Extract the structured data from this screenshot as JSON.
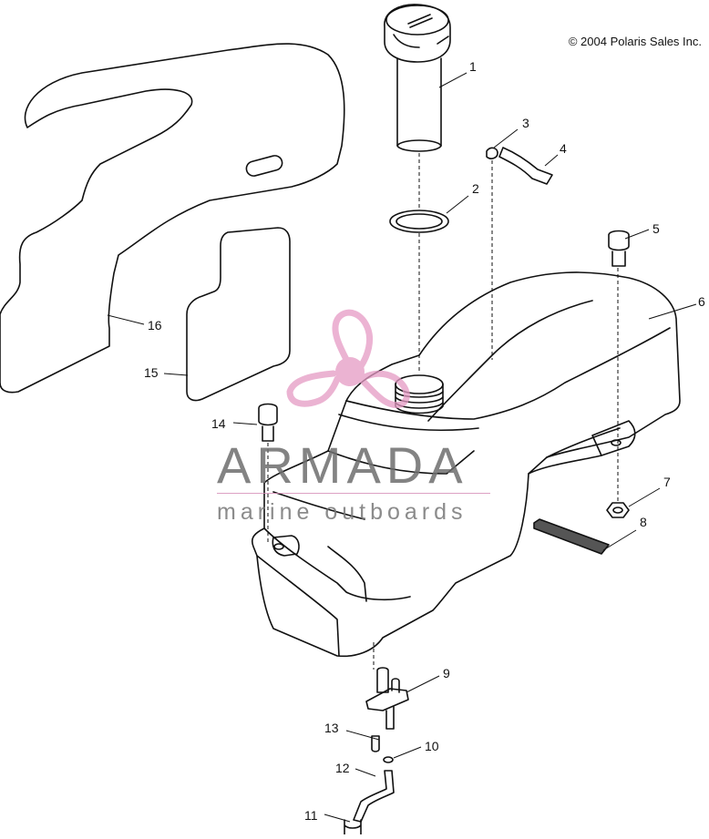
{
  "copyright": "© 2004 Polaris Sales Inc.",
  "watermark": {
    "brand": "ARMADA",
    "tagline": "marine outboards",
    "colors": {
      "propeller": "#e59ac4",
      "text": "#6e6e6e"
    }
  },
  "callouts": [
    {
      "id": "1",
      "label": "1"
    },
    {
      "id": "2",
      "label": "2"
    },
    {
      "id": "3",
      "label": "3"
    },
    {
      "id": "4",
      "label": "4"
    },
    {
      "id": "5",
      "label": "5"
    },
    {
      "id": "6",
      "label": "6"
    },
    {
      "id": "7",
      "label": "7"
    },
    {
      "id": "8",
      "label": "8"
    },
    {
      "id": "9",
      "label": "9"
    },
    {
      "id": "10",
      "label": "10"
    },
    {
      "id": "11",
      "label": "11"
    },
    {
      "id": "12",
      "label": "12"
    },
    {
      "id": "13",
      "label": "13"
    },
    {
      "id": "14",
      "label": "14"
    },
    {
      "id": "15",
      "label": "15"
    },
    {
      "id": "16",
      "label": "16"
    }
  ]
}
